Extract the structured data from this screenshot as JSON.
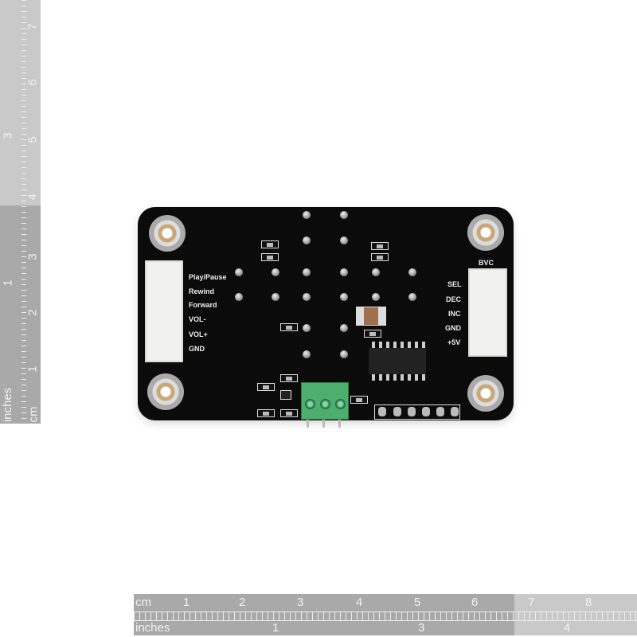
{
  "left_ruler": {
    "cm_label": "cm",
    "cm_ticks": [
      "1",
      "2",
      "3",
      "4",
      "5",
      "6",
      "7"
    ],
    "inches_label": "inches",
    "inch_ticks": [
      "1",
      "3"
    ]
  },
  "bottom_ruler": {
    "cm_label": "cm",
    "cm_ticks": [
      "1",
      "2",
      "3",
      "4",
      "5",
      "6",
      "7",
      "8"
    ],
    "inches_label": "inches",
    "inch_ticks": [
      "1",
      "3",
      "4"
    ]
  },
  "board": {
    "left_labels": [
      "Play/Pause",
      "Rewind",
      "Forward",
      "VOL-",
      "VOL+",
      "GND"
    ],
    "right_title": "BVC",
    "right_labels": [
      "SEL",
      "DEC",
      "INC",
      "GND",
      "+5V"
    ],
    "colors": {
      "pcb": "#0b0b0b",
      "terminal": "#4caf6e",
      "connector": "#f1f1ef"
    }
  }
}
